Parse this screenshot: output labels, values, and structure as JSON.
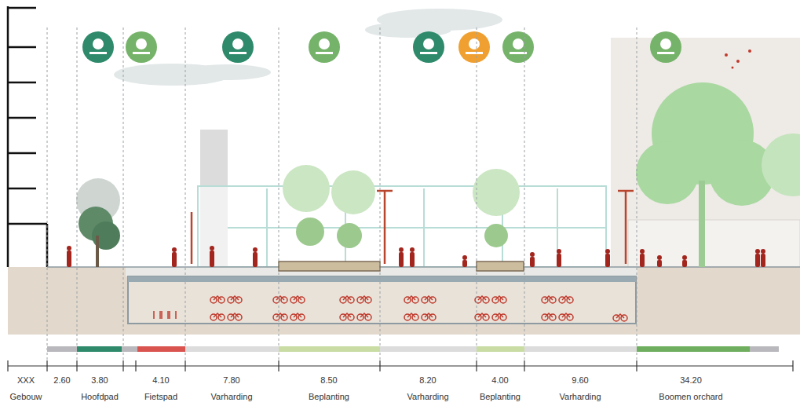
{
  "diagram": {
    "labels": [
      "XXX",
      "2.60",
      "3.80",
      "4.10",
      "7.80",
      "8.50",
      "8.20",
      "4.00",
      "9.60",
      "34.20",
      "Gebouw",
      "Hoofdpad",
      "Fietspad",
      "Varharding",
      "Beplanting",
      "Varharding",
      "Beplanting",
      "Varharding",
      "Boomen orchard"
    ]
  }
}
